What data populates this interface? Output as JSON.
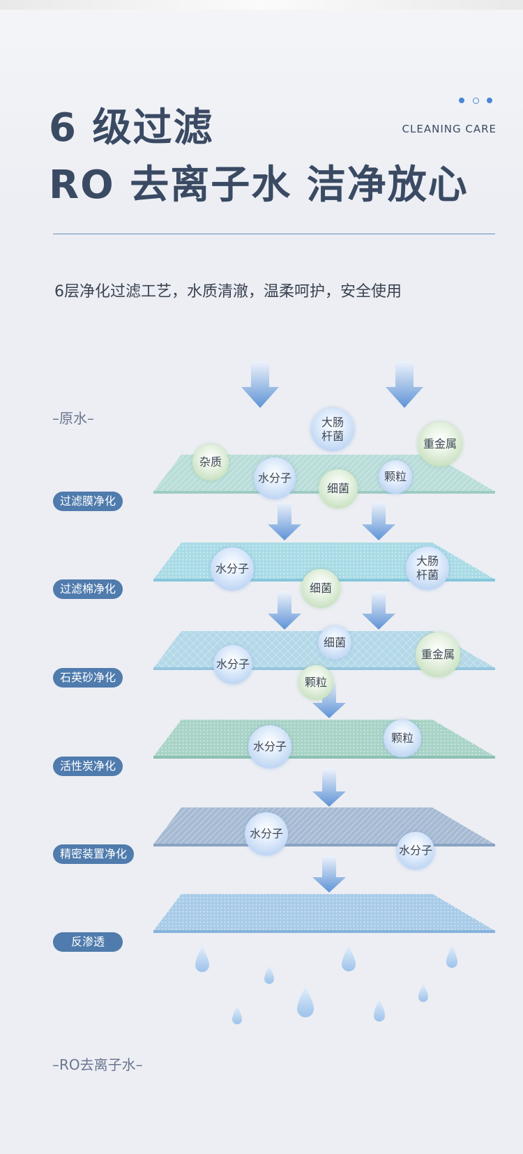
{
  "header": {
    "title_line1": "6 级过滤",
    "title_line2": "RO 去离子水 洁净放心",
    "subtitle_en": "CLEANING CARE",
    "description": "6层净化过滤工艺，水质清澈，温柔呵护，安全使用"
  },
  "labels": {
    "raw_water": "–原水–",
    "ro_water": "–RO去离子水–"
  },
  "layers": [
    {
      "label": "过滤膜净化"
    },
    {
      "label": "过滤棉净化"
    },
    {
      "label": "石英砂净化"
    },
    {
      "label": "活性炭净化"
    },
    {
      "label": "精密装置净化"
    },
    {
      "label": "反渗透"
    }
  ],
  "particles": {
    "impurity": "杂质",
    "water_molecule": "水分子",
    "ecoli": "大肠\n杆菌",
    "bacteria": "细菌",
    "granule": "颗粒",
    "heavy_metal": "重金属"
  },
  "colors": {
    "title": "#3a4a63",
    "accent": "#4f7bad",
    "layer_membrane": "#b9ddd9",
    "layer_cotton": "#a9dbe6",
    "layer_sand": "#b3d8e8",
    "layer_carbon": "#a8d3c6",
    "layer_precision": "#a6bad3",
    "layer_ro": "#a8cbe8"
  }
}
